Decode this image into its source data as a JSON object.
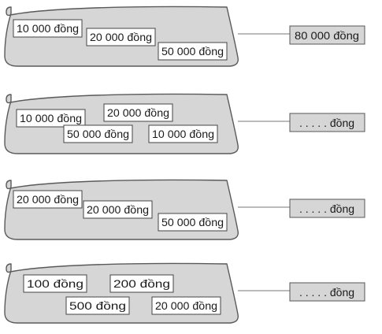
{
  "colors": {
    "wallet_fill": "#d6d6d6",
    "wallet_stroke": "#5a5a5a",
    "note_fill": "#ffffff",
    "note_stroke": "#444444",
    "answer_fill": "#d6d6d6",
    "answer_stroke": "#555555",
    "connector": "#777777",
    "text": "#1a1a1a"
  },
  "wallets": [
    {
      "notes": [
        "10 000 đồng",
        "20 000 đồng",
        "50 000 đồng"
      ],
      "total": "80 000 đồng"
    },
    {
      "notes": [
        "10 000 đồng",
        "20 000 đồng",
        "50 000 đồng",
        "10 000 đồng"
      ],
      "total": ". . . . . đồng"
    },
    {
      "notes": [
        "20 000 đồng",
        "20 000 đồng",
        "50 000 đồng"
      ],
      "total": ". . . . . đồng"
    },
    {
      "notes": [
        "100 đồng",
        "200 đồng",
        "500 đồng",
        "20 000 đồng"
      ],
      "total": ". . . . . đồng"
    }
  ]
}
